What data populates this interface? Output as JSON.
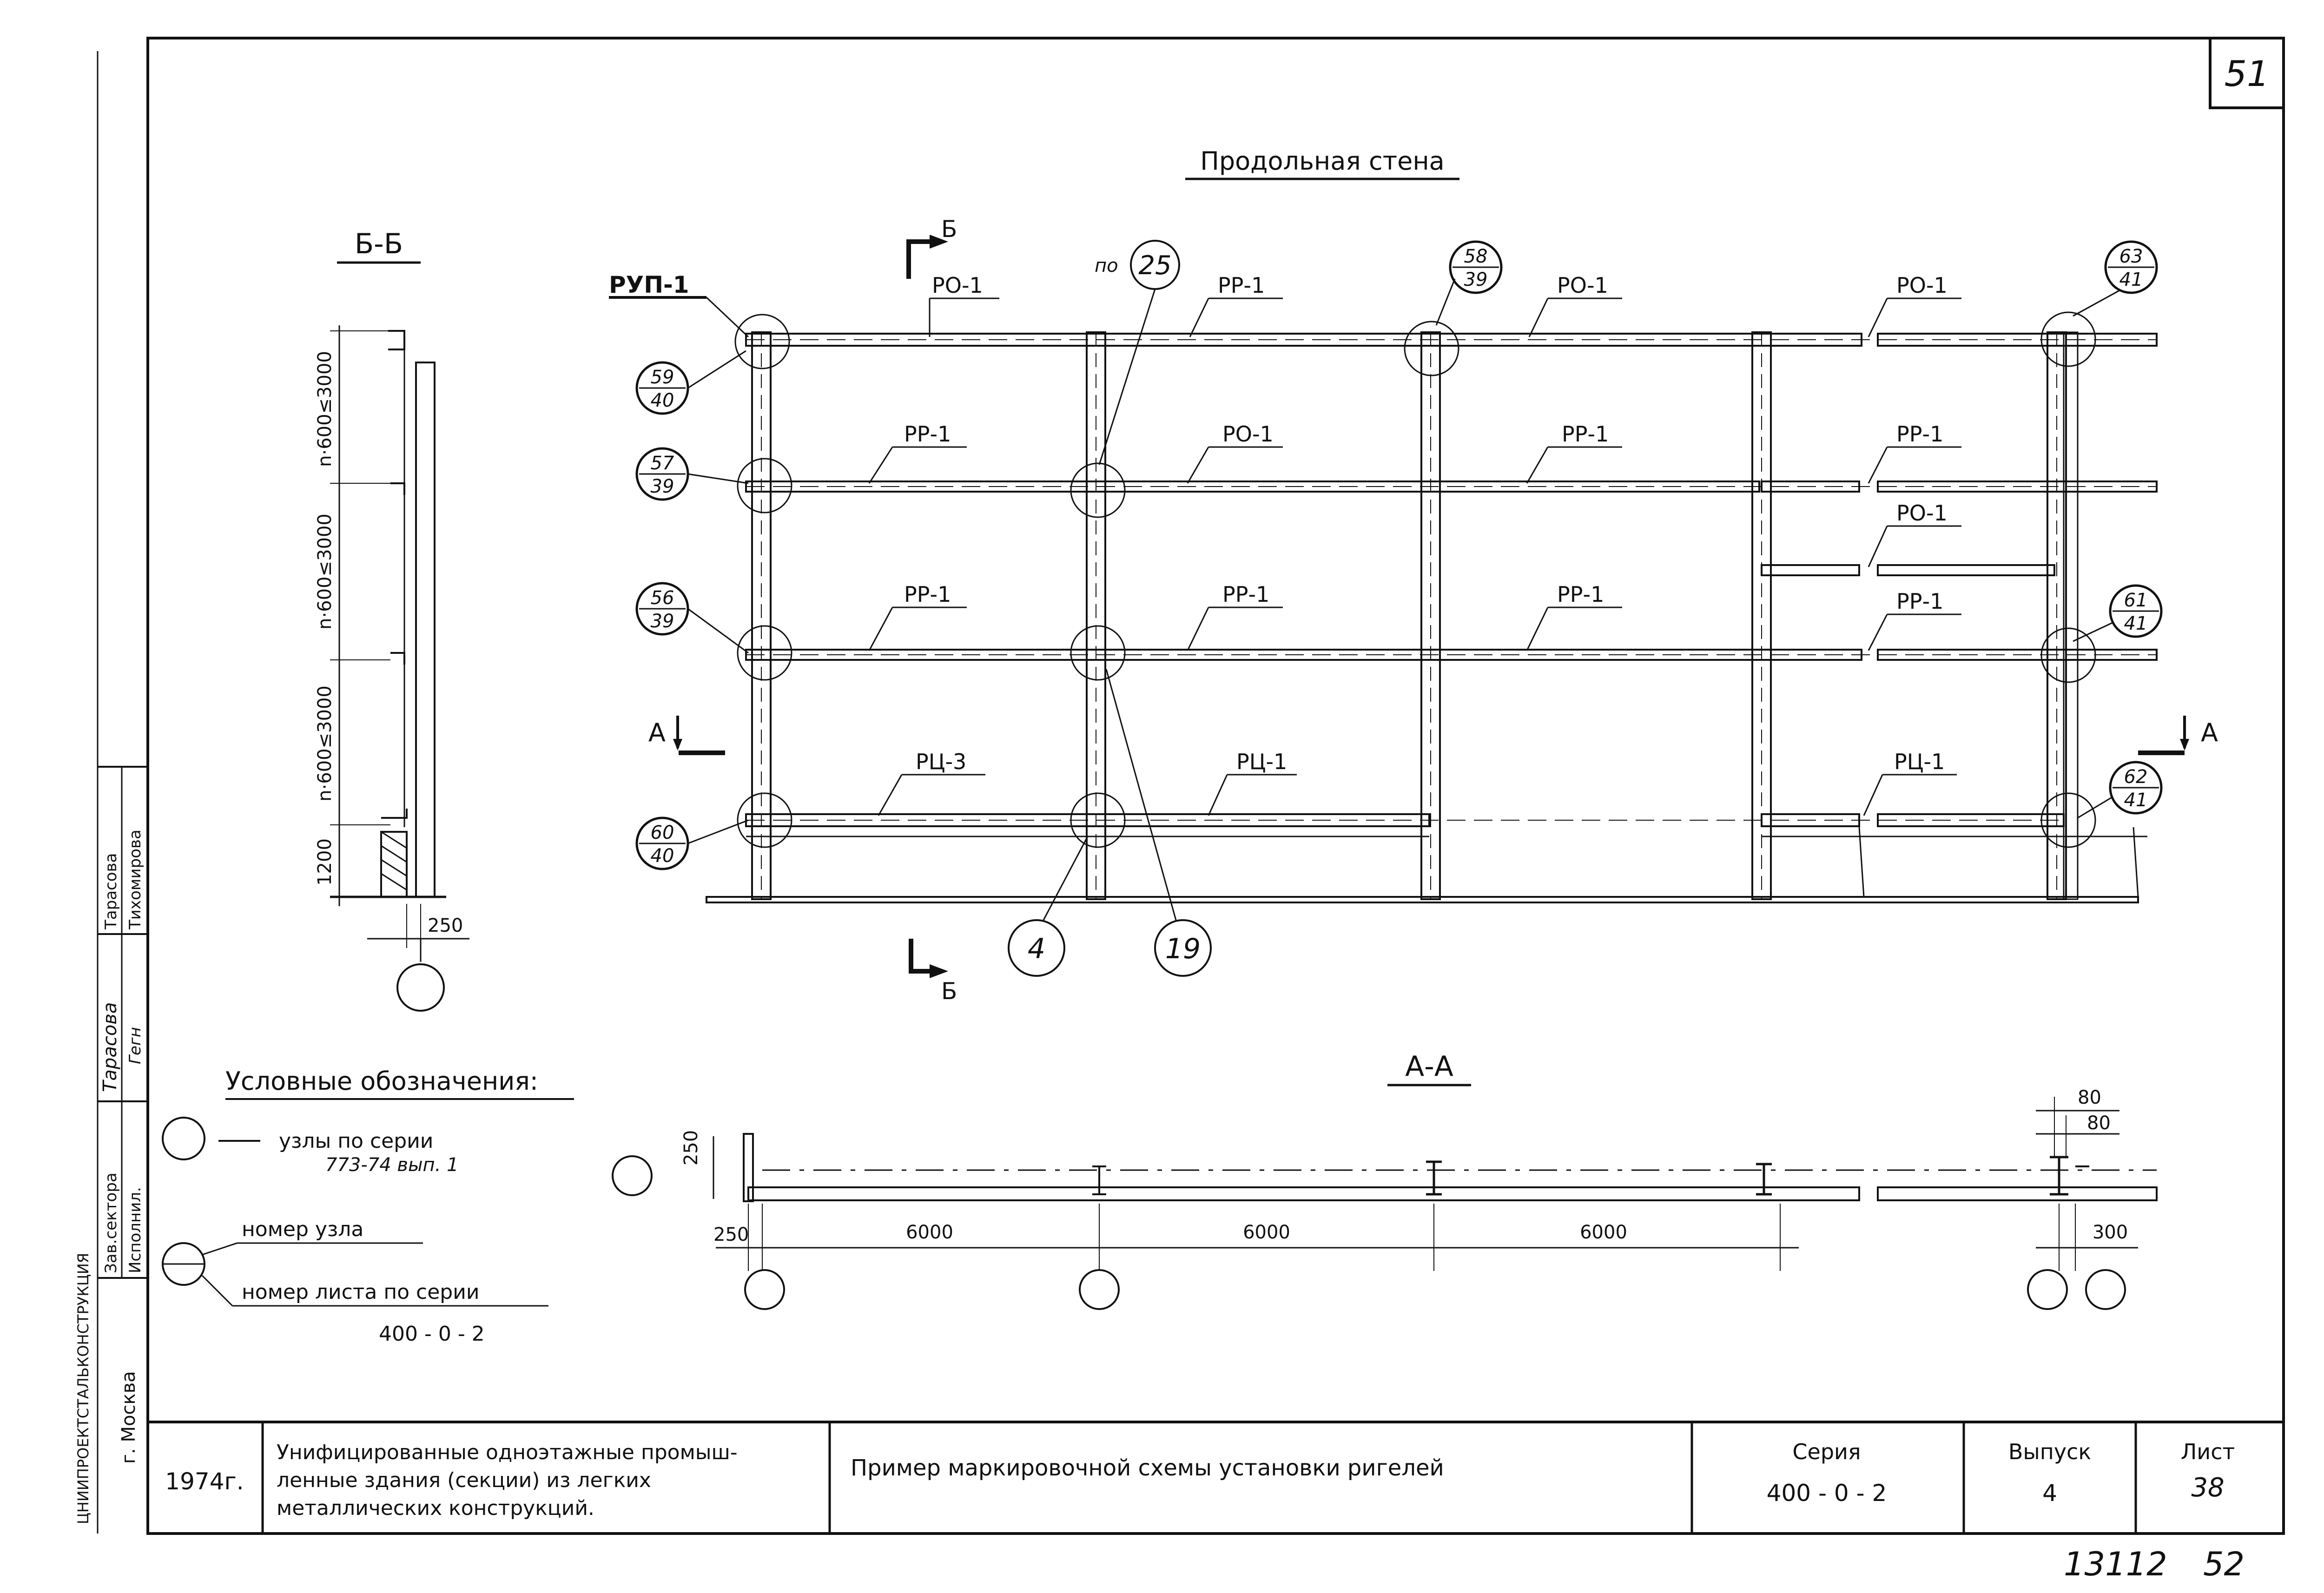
{
  "sheet_number_top": "51",
  "main_view": {
    "title": "Продольная стена",
    "section_marks": {
      "b_top": "Б",
      "b_bottom": "Б",
      "a_left": "А",
      "a_right": "А"
    },
    "po_prefix": "по",
    "node_refs": {
      "n25": "25",
      "n4": "4",
      "n19": "19"
    },
    "node_labels": [
      {
        "top": "59",
        "bottom": "40"
      },
      {
        "top": "57",
        "bottom": "39"
      },
      {
        "top": "56",
        "bottom": "39"
      },
      {
        "top": "60",
        "bottom": "40"
      },
      {
        "top": "58",
        "bottom": "39"
      },
      {
        "top": "63",
        "bottom": "41"
      },
      {
        "top": "61",
        "bottom": "41"
      },
      {
        "top": "62",
        "bottom": "41"
      }
    ],
    "beam_labels": {
      "rup": "РУП-1",
      "row1": [
        "РО-1",
        "РР-1",
        "РО-1",
        "РО-1"
      ],
      "row2": [
        "РР-1",
        "РО-1",
        "РР-1",
        "РР-1"
      ],
      "row2b": "РО-1",
      "row3": [
        "РР-1",
        "РР-1",
        "РР-1",
        "РР-1"
      ],
      "row4": [
        "РЦ-3",
        "РЦ-1",
        "РЦ-1"
      ]
    }
  },
  "section_bb": {
    "title": "Б-Б",
    "dims": [
      "n·600≤3000",
      "n·600≤3000",
      "n·600≤3000",
      "1200"
    ],
    "bottom_dim": "250"
  },
  "section_aa": {
    "title": "А-А",
    "dims_top": [
      "80",
      "80"
    ],
    "height_dim": "250",
    "bottom_dims": [
      "250",
      "6000",
      "6000",
      "6000",
      "300"
    ]
  },
  "legend": {
    "title": "Условные обозначения:",
    "item1_line1": "узлы по серии",
    "item1_line2": "773-74 вып. 1",
    "item2_top": "номер узла",
    "item2_bottom": "номер листа по серии",
    "item2_series": "400 - 0 - 2"
  },
  "side_stamp": {
    "role1": "Зав.сектора",
    "role2": "Исполнил.",
    "name1": "Тарасова",
    "name2": "Тихомирова",
    "sign1": "Тарасова",
    "sign2": "Гегн",
    "city": "г. Москва",
    "org": "ЦНИИПРОЕКТСТАЛЬКОНСТРУКЦИЯ"
  },
  "title_block": {
    "year": "1974г.",
    "project": [
      "Унифицированные одноэтажные промыш-",
      "ленные здания (секции) из легких",
      "металлических конструкций."
    ],
    "sheet_title": "Пример маркировочной схемы установки ригелей",
    "series_label": "Серия",
    "series_value": "400 - 0 - 2",
    "issue_label": "Выпуск",
    "issue_value": "4",
    "sheet_label": "Лист",
    "sheet_value": "38"
  },
  "bottom_note": {
    "code": "13112",
    "page": "52"
  }
}
